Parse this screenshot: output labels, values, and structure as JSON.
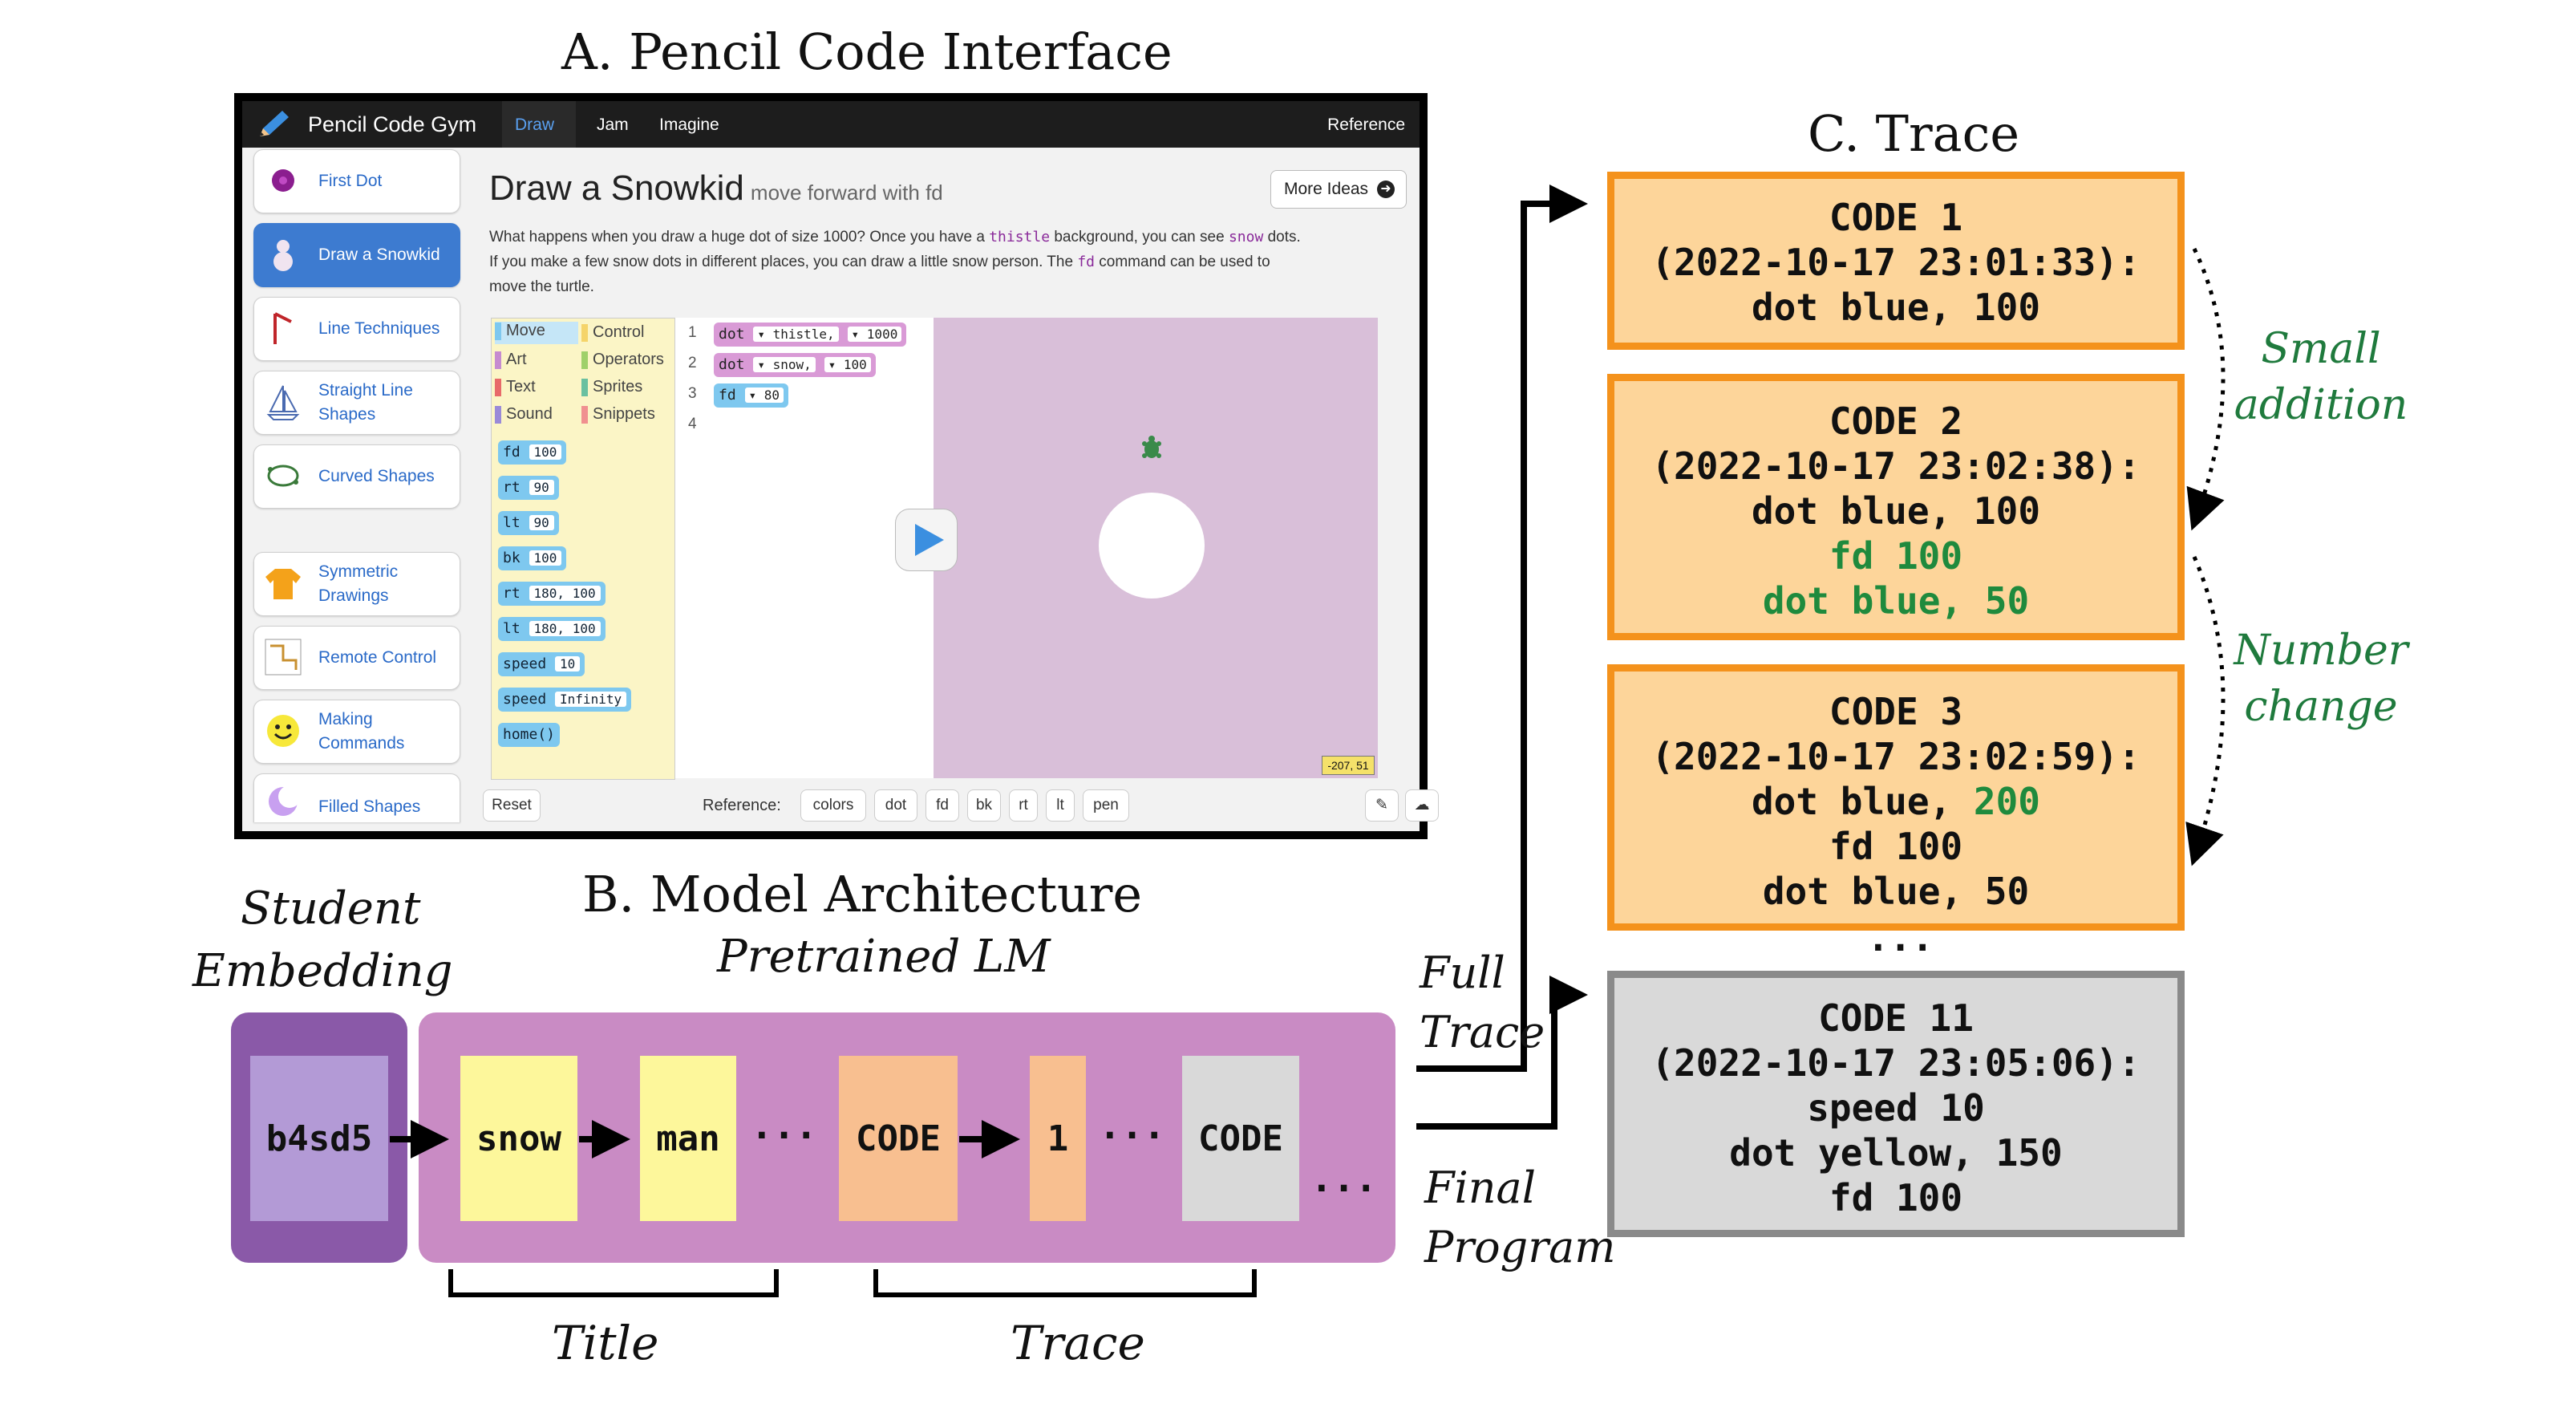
{
  "titles": {
    "a": "A. Pencil Code Interface",
    "b": "B. Model Architecture",
    "c": "C. Trace"
  },
  "pencil_code": {
    "app_name": "Pencil Code Gym",
    "tabs": [
      "Draw",
      "Jam",
      "Imagine"
    ],
    "reference_link": "Reference",
    "lessons": [
      {
        "label_line1": "First Dot",
        "label_line2": "",
        "icon": "purple-dot-icon"
      },
      {
        "label_line1": "Draw a Snowkid",
        "label_line2": "",
        "icon": "snowman-icon"
      },
      {
        "label_line1": "Line Techniques",
        "label_line2": "",
        "icon": "flag-line-icon"
      },
      {
        "label_line1": "Straight Line",
        "label_line2": "Shapes",
        "icon": "sailboat-icon"
      },
      {
        "label_line1": "Curved Shapes",
        "label_line2": "",
        "icon": "curved-shape-icon"
      },
      {
        "label_line1": "Symmetric",
        "label_line2": "Drawings",
        "icon": "tshirt-icon"
      },
      {
        "label_line1": "Remote Control",
        "label_line2": "",
        "icon": "remote-path-icon"
      },
      {
        "label_line1": "Making",
        "label_line2": "Commands",
        "icon": "smiley-icon"
      },
      {
        "label_line1": "Filled Shapes",
        "label_line2": "",
        "icon": "moon-icon"
      }
    ],
    "lesson_title": "Draw a Snowkid",
    "lesson_subtitle": "move forward with fd",
    "more_ideas": "More Ideas",
    "description": {
      "p1": "What happens when you draw a huge dot of size 1000? Once you have a",
      "kw1": "thistle",
      "p2": "background, you can see",
      "kw2": "snow",
      "p3": "dots.",
      "p4": "If you make a few snow dots in different places, you can draw a little snow person. The",
      "kw3": "fd",
      "p5": "command can be used to",
      "p6": "move the turtle."
    },
    "palette_categories": [
      "Move",
      "Control",
      "Art",
      "Operators",
      "Text",
      "Sprites",
      "Sound",
      "Snippets"
    ],
    "palette_blocks": [
      "fd",
      "rt",
      "lt",
      "bk",
      "rt",
      "lt",
      "speed",
      "speed",
      "home()"
    ],
    "palette_args": [
      "100",
      "90",
      "90",
      "100",
      "180, 100",
      "180, 100",
      "10",
      "Infinity",
      ""
    ],
    "line_numbers": [
      "1",
      "2",
      "3",
      "4"
    ],
    "code_lines": [
      {
        "cmd": "dot",
        "arg1": "▾ thistle,",
        "arg2": "▾ 1000"
      },
      {
        "cmd": "dot",
        "arg1": "▾ snow,",
        "arg2": "▾ 100"
      },
      {
        "cmd": "fd",
        "arg1": "▾ 80",
        "arg2": ""
      }
    ],
    "coordinates": "-207, 51",
    "reset": "Reset",
    "reference_label": "Reference:",
    "reference_buttons": [
      "colors",
      "dot",
      "fd",
      "bk",
      "rt",
      "lt",
      "pen"
    ]
  },
  "architecture": {
    "student_embedding_line1": "Student",
    "student_embedding_line2": "Embedding",
    "pretrained_lm": "Pretrained LM",
    "embedding_token": "b4sd5",
    "tokens": [
      "snow",
      "man",
      "CODE",
      "1",
      "CODE"
    ],
    "ellipsis": "···",
    "title_brace": "Title",
    "trace_brace": "Trace",
    "full_trace_line1": "Full",
    "full_trace_line2": "Trace",
    "final_program_line1": "Final",
    "final_program_line2": "Program",
    "colors": {
      "embedding_outer": "#8a59a8",
      "embedding_inner": "#b39ad6",
      "lm": "#c98bc4",
      "title_token": "#fdf79b",
      "code_token": "#f8bf90",
      "code_end_token": "#d9d9d9"
    }
  },
  "trace": {
    "codes": [
      {
        "header": "CODE 1",
        "timestamp": "(2022-10-17 23:01:33):",
        "lines": [
          "dot blue, 100"
        ]
      },
      {
        "header": "CODE 2",
        "timestamp": "(2022-10-17 23:02:38):",
        "lines": [
          "dot blue, 100"
        ],
        "added_lines": [
          "fd 100",
          "dot blue, 50"
        ]
      },
      {
        "header": "CODE 3",
        "timestamp": "(2022-10-17 23:02:59):",
        "line1_prefix": "dot blue, ",
        "line1_changed": "200",
        "lines": [
          "fd 100",
          "dot blue, 50"
        ]
      },
      {
        "header": "CODE 11",
        "timestamp": "(2022-10-17 23:05:06):",
        "lines": [
          "speed 10",
          "dot yellow, 150",
          "fd 100"
        ]
      }
    ],
    "ellipsis": "···",
    "annotation_1_line1": "Small",
    "annotation_1_line2": "addition",
    "annotation_2_line1": "Number",
    "annotation_2_line2": "change",
    "colors": {
      "box_fill": "#fdd59a",
      "box_border": "#f4921c",
      "final_fill": "#d9d9d9",
      "final_border": "#8a8a8a",
      "highlight": "#1f8a3d"
    }
  }
}
